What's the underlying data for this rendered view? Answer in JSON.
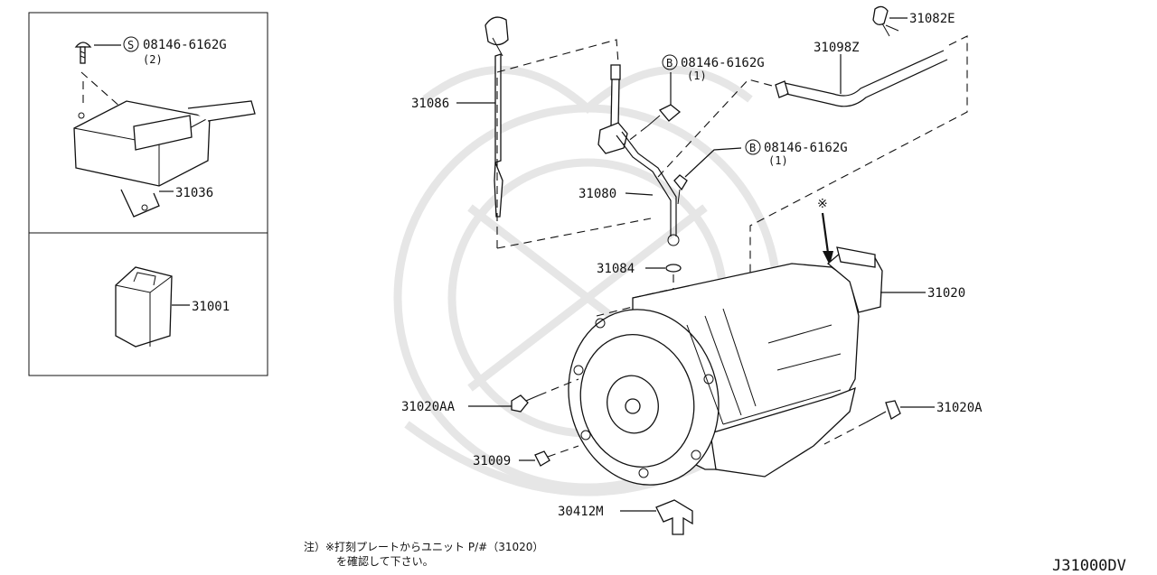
{
  "diagram": {
    "labels": {
      "bolt_s": "08146-6162G",
      "bolt_s_marker": "S",
      "bolt_s_qty": "(2)",
      "ecu_module": "31036",
      "relay_unit": "31001",
      "dipstick": "31086",
      "charging_pipe": "31080",
      "bolt_b1": "08146-6162G",
      "bolt_b1_marker": "B",
      "bolt_b1_qty": "(1)",
      "bolt_b2": "08146-6162G",
      "bolt_b2_marker": "B",
      "bolt_b2_qty": "(1)",
      "breather_hose": "31098Z",
      "clip": "31082E",
      "o_ring": "31084",
      "transmission": "31020",
      "bolt_aa": "31020AA",
      "bolt_a": "31020A",
      "bolt_09": "31009",
      "bracket": "30412M",
      "asterisk_marker": "※"
    },
    "note": {
      "line1": "注）※打刻プレートからユニット P/#（31020）",
      "line2": "を確認して下さい。"
    },
    "diagram_code": "J31000DV"
  },
  "colors": {
    "ink": "#111111",
    "watermark": "#e6e6e6",
    "background": "#ffffff"
  }
}
